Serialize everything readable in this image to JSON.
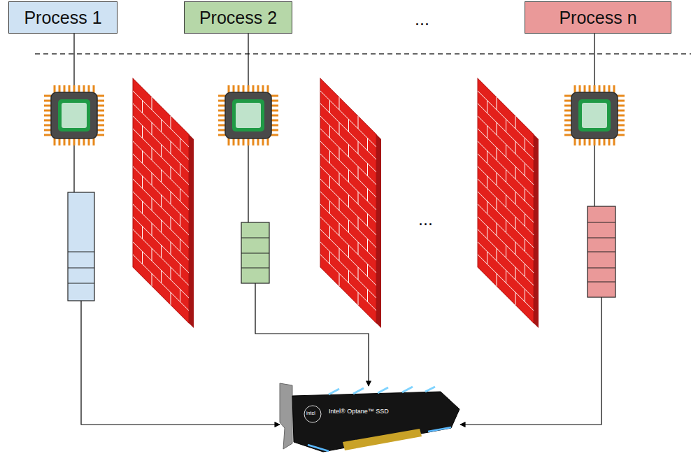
{
  "diagram": {
    "nodes": [
      {
        "text": [
          "Process 1"
        ]
      },
      {
        "text": [
          "Process 2"
        ]
      },
      {
        "text": [
          "Process n"
        ]
      }
    ],
    "labels": [
      "...",
      "...",
      "intel",
      "Intel® Optane™ SSD"
    ]
  }
}
